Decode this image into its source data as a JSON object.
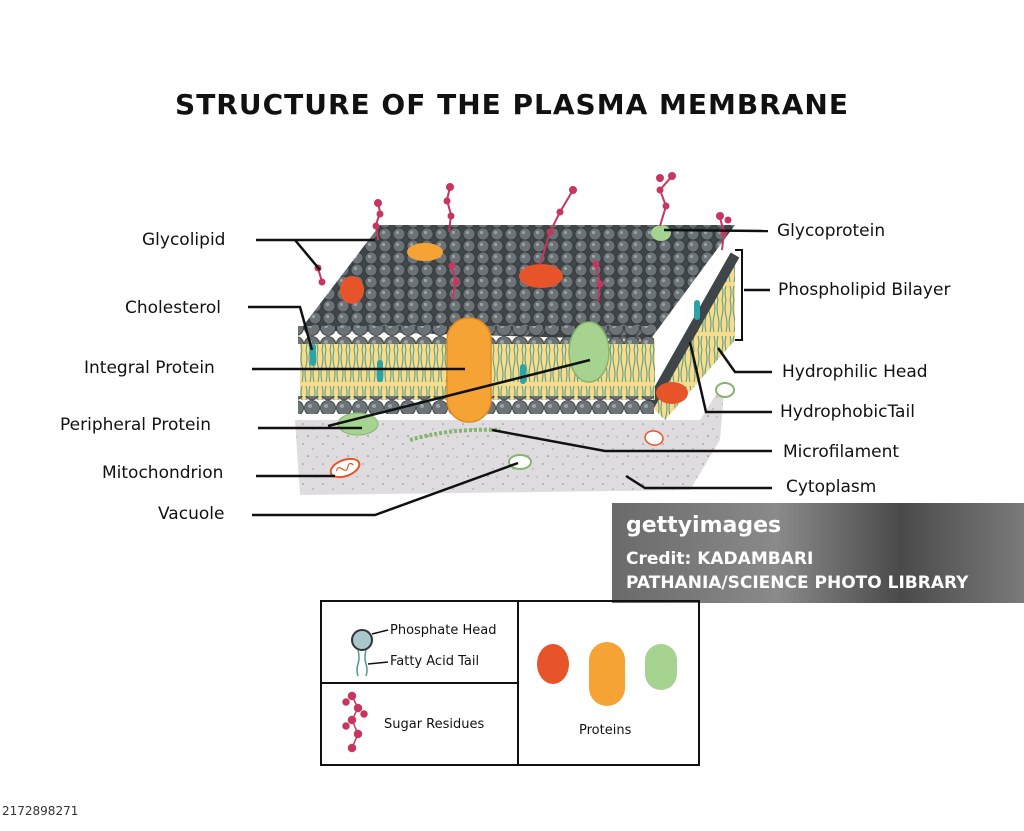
{
  "title": "STRUCTURE OF THE PLASMA MEMBRANE",
  "labels": {
    "glycolipid": "Glycolipid",
    "cholesterol": "Cholesterol",
    "integral_protein": "Integral Protein",
    "peripheral_protein": "Peripheral Protein",
    "mitochondrion": "Mitochondrion",
    "vacuole": "Vacuole",
    "glycoprotein": "Glycoprotein",
    "phospholipid_bilayer": "Phospholipid Bilayer",
    "hydrophilic_head": "Hydrophilic Head",
    "hydrophobic_tail": "HydrophobicTail",
    "microfilament": "Microfilament",
    "cytoplasm": "Cytoplasm"
  },
  "legend": {
    "phosphate_head": "Phosphate Head",
    "fatty_acid_tail": "Fatty Acid Tail",
    "sugar_residues": "Sugar Residues",
    "proteins": "Proteins"
  },
  "watermark": {
    "brand": "gettyimages",
    "credit_line1": "Credit: KADAMBARI",
    "credit_line2": "PATHANIA/SCIENCE PHOTO LIBRARY"
  },
  "image_id": "2172898271",
  "colors": {
    "protein_red": "#e8542a",
    "protein_orange": "#f6a335",
    "protein_green": "#a6d38f",
    "head_gray": "#5d6468",
    "tail_yellow": "#f7dc8e",
    "cholesterol_teal": "#2ba3a8",
    "sugar_pink": "#c8365f",
    "cytoplasm_gray": "#dcdcdc"
  }
}
